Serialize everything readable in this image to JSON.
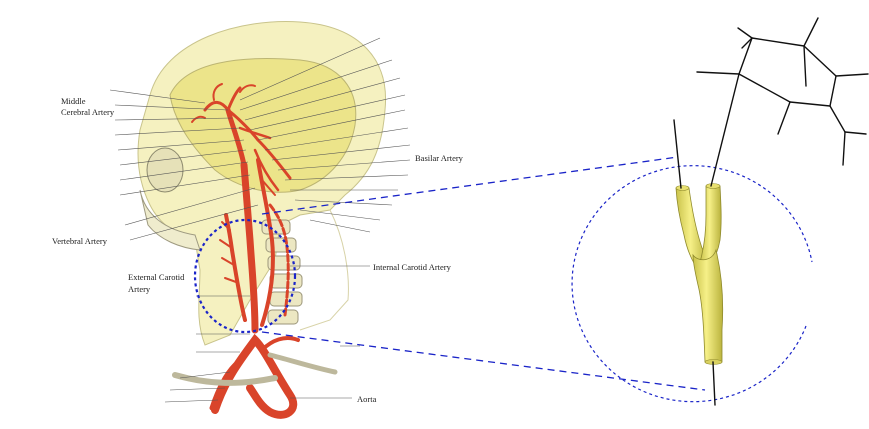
{
  "labels": {
    "middle_line1": "Middle",
    "middle_line2": "Cerebral Artery",
    "basilar": "Basilar Artery",
    "vertebral": "Vertebral Artery",
    "external_line1": "External Carotid",
    "external_line2": "Artery",
    "internal": "Internal Carotid Artery",
    "aorta": "Aorta"
  },
  "colors": {
    "artery": "#d9442a",
    "skull": "#f3efb0",
    "highlight_circle": "#1a24c8",
    "vessel_model": "#f0ea70",
    "centerline": "#111111"
  }
}
